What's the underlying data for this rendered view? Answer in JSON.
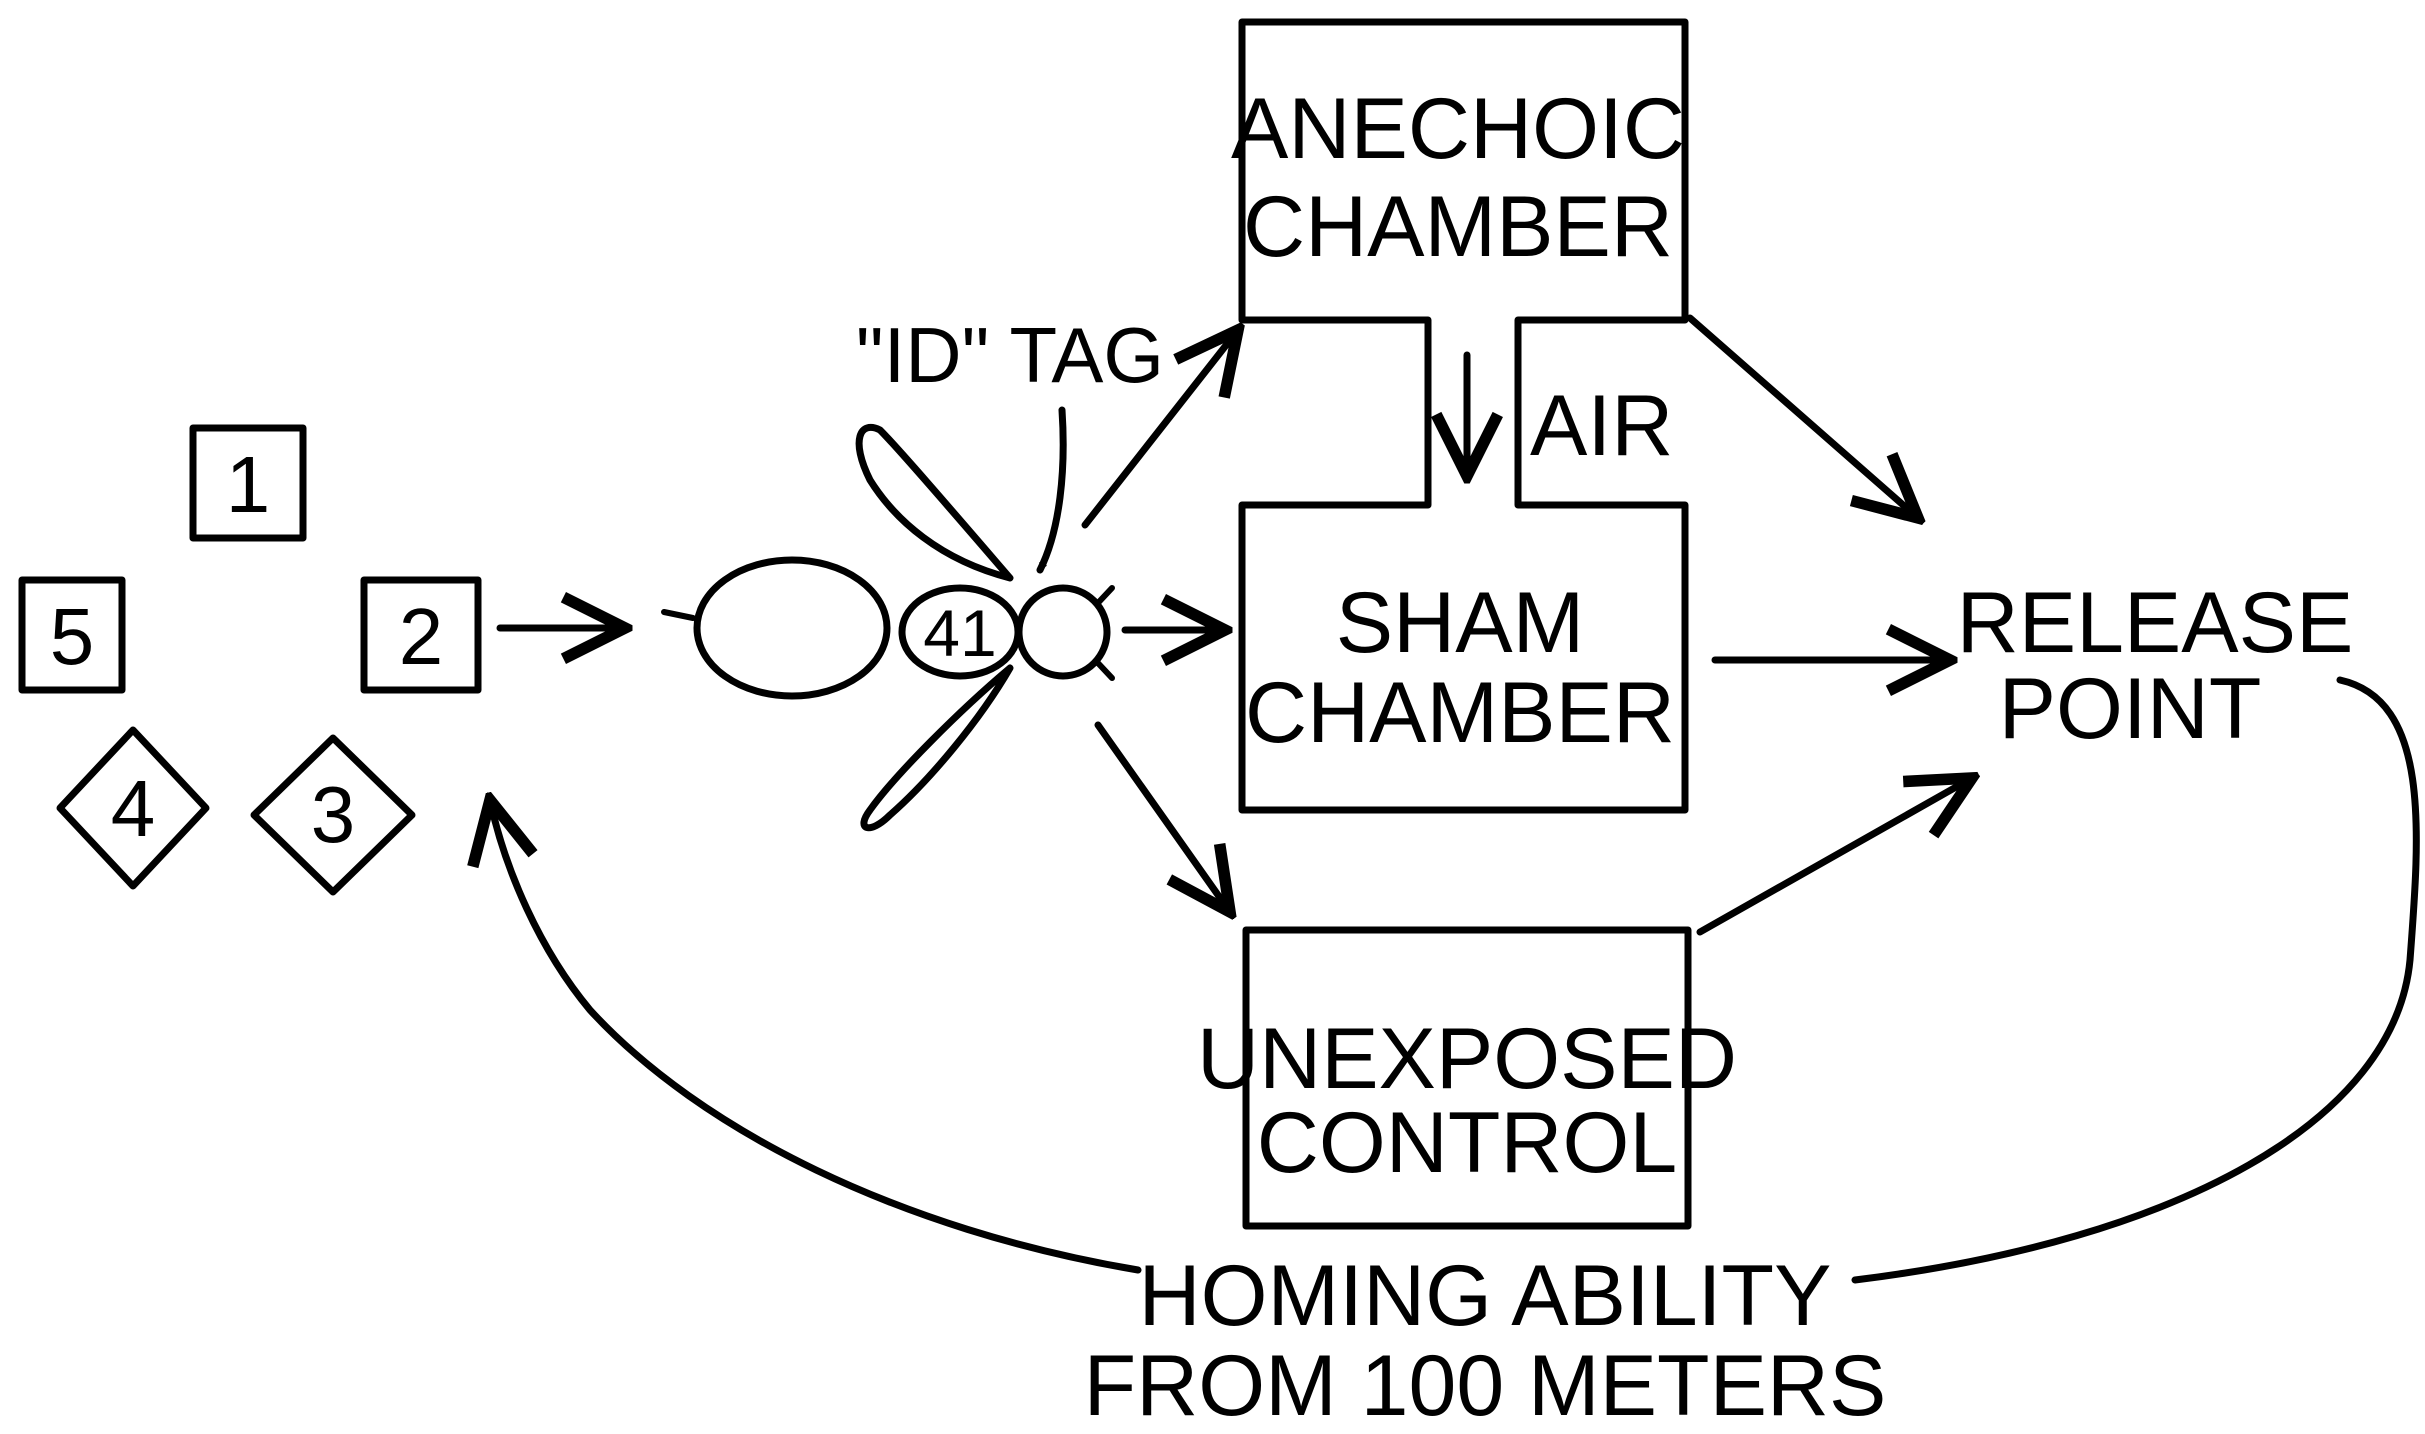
{
  "colors": {
    "ink": "#000000",
    "background": "#ffffff"
  },
  "hives": [
    {
      "label": "1",
      "shape": "square"
    },
    {
      "label": "2",
      "shape": "square"
    },
    {
      "label": "5",
      "shape": "square"
    },
    {
      "label": "4",
      "shape": "diamond"
    },
    {
      "label": "3",
      "shape": "diamond"
    }
  ],
  "bee": {
    "tag_number": "41",
    "tag_label": "\"ID\" TAG"
  },
  "chambers": {
    "anechoic": {
      "line1": "ANECHOIC",
      "line2": "CHAMBER"
    },
    "air_label": "AIR",
    "sham": {
      "line1": "SHAM",
      "line2": "CHAMBER"
    },
    "control": {
      "line1": "UNEXPOSED",
      "line2": "CONTROL"
    }
  },
  "release": {
    "line1": "RELEASE",
    "line2": "POINT"
  },
  "homing": {
    "line1": "HOMING ABILITY",
    "line2": "FROM 100 METERS"
  }
}
